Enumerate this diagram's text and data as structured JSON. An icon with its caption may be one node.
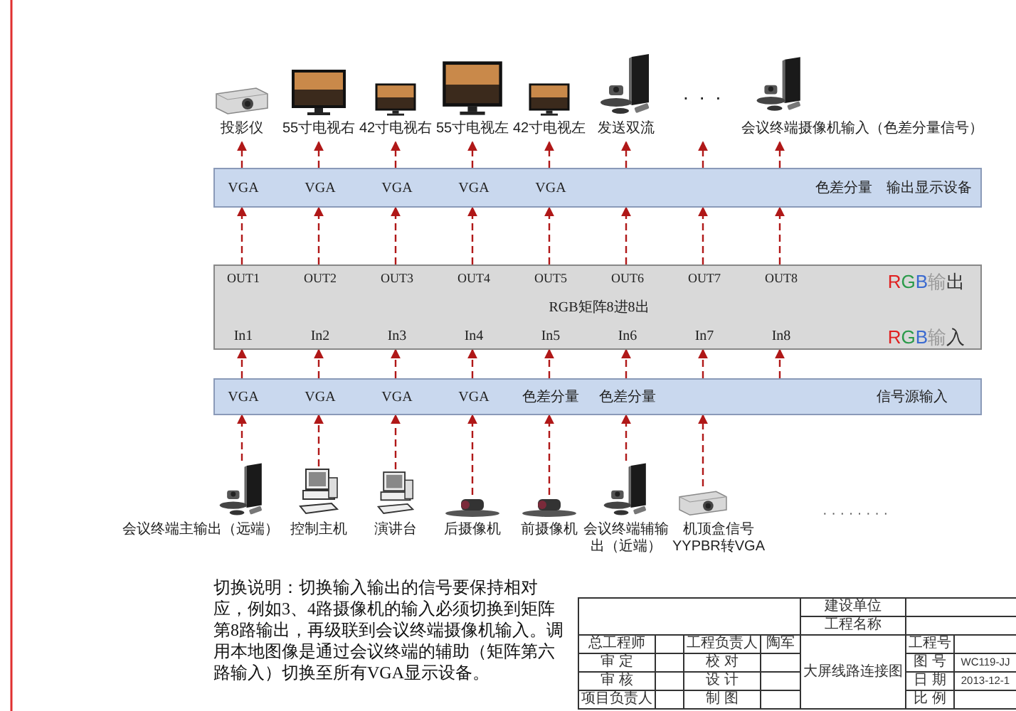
{
  "diagram": {
    "nodes": [
      {
        "text": [
          "投影仪"
        ]
      },
      {
        "text": [
          "55寸电视右"
        ]
      },
      {
        "text": [
          "42寸电视右"
        ]
      },
      {
        "text": [
          "55寸电视左"
        ]
      },
      {
        "text": [
          "42寸电视左"
        ]
      },
      {
        "text": [
          "发送双流"
        ]
      },
      {
        "text": [
          "· · ·"
        ]
      },
      {
        "text": [
          "会议终端摄像机输入（色差分量信号）"
        ]
      },
      {
        "text": [
          "VGA",
          "VGA",
          "VGA",
          "VGA",
          "VGA",
          "色差分量",
          "输出显示设备"
        ]
      },
      {
        "text": [
          "OUT1",
          "OUT2",
          "OUT3",
          "OUT4",
          "OUT5",
          "OUT6",
          "OUT7",
          "OUT8",
          "RGB输出",
          "RGB矩阵8进8出",
          "In1",
          "In2",
          "In3",
          "In4",
          "In5",
          "In6",
          "In7",
          "In8",
          "RGB输入"
        ]
      },
      {
        "text": [
          "VGA",
          "VGA",
          "VGA",
          "VGA",
          "色差分量",
          "色差分量",
          "信号源输入"
        ]
      },
      {
        "text": [
          "会议终端主输出（远端）"
        ]
      },
      {
        "text": [
          "控制主机"
        ]
      },
      {
        "text": [
          "演讲台"
        ]
      },
      {
        "text": [
          "后摄像机"
        ]
      },
      {
        "text": [
          "前摄像机"
        ]
      },
      {
        "text": [
          "会议终端辅输出（近端）"
        ]
      },
      {
        "text": [
          "机顶盒信号 YYPBR转VGA"
        ]
      }
    ],
    "edges": [
      {
        "from": 8,
        "to": 0,
        "arrow": "to",
        "style": "dashed"
      },
      {
        "from": 8,
        "to": 1,
        "arrow": "to",
        "style": "dashed"
      },
      {
        "from": 8,
        "to": 2,
        "arrow": "to",
        "style": "dashed"
      },
      {
        "from": 8,
        "to": 3,
        "arrow": "to",
        "style": "dashed"
      },
      {
        "from": 8,
        "to": 4,
        "arrow": "to",
        "style": "dashed"
      },
      {
        "from": 8,
        "to": 5,
        "arrow": "to",
        "style": "dashed"
      },
      {
        "from": 8,
        "to": 6,
        "arrow": "to",
        "style": "dashed"
      },
      {
        "from": 8,
        "to": 7,
        "arrow": "to",
        "style": "dashed"
      },
      {
        "from": 9,
        "to": 8,
        "arrow": "to",
        "style": "dashed"
      },
      {
        "from": 9,
        "to": 8,
        "arrow": "to",
        "style": "dashed"
      },
      {
        "from": 9,
        "to": 8,
        "arrow": "to",
        "style": "dashed"
      },
      {
        "from": 9,
        "to": 8,
        "arrow": "to",
        "style": "dashed"
      },
      {
        "from": 9,
        "to": 8,
        "arrow": "to",
        "style": "dashed"
      },
      {
        "from": 9,
        "to": 8,
        "arrow": "to",
        "style": "dashed"
      },
      {
        "from": 9,
        "to": 8,
        "arrow": "to",
        "style": "dashed"
      },
      {
        "from": 9,
        "to": 8,
        "arrow": "to",
        "style": "dashed"
      },
      {
        "from": 10,
        "to": 9,
        "arrow": "to",
        "style": "dashed"
      },
      {
        "from": 10,
        "to": 9,
        "arrow": "to",
        "style": "dashed"
      },
      {
        "from": 10,
        "to": 9,
        "arrow": "to",
        "style": "dashed"
      },
      {
        "from": 10,
        "to": 9,
        "arrow": "to",
        "style": "dashed"
      },
      {
        "from": 10,
        "to": 9,
        "arrow": "to",
        "style": "dashed"
      },
      {
        "from": 10,
        "to": 9,
        "arrow": "to",
        "style": "dashed"
      },
      {
        "from": 10,
        "to": 9,
        "arrow": "to",
        "style": "dashed"
      },
      {
        "from": 10,
        "to": 9,
        "arrow": "to",
        "style": "dashed"
      },
      {
        "from": 11,
        "to": 10,
        "arrow": "to",
        "style": "dashed"
      },
      {
        "from": 12,
        "to": 10,
        "arrow": "to",
        "style": "dashed"
      },
      {
        "from": 13,
        "to": 10,
        "arrow": "to",
        "style": "dashed"
      },
      {
        "from": 14,
        "to": 10,
        "arrow": "to",
        "style": "dashed"
      },
      {
        "from": 15,
        "to": 10,
        "arrow": "to",
        "style": "dashed"
      },
      {
        "from": 16,
        "to": 10,
        "arrow": "to",
        "style": "dashed"
      },
      {
        "from": 17,
        "to": 10,
        "arrow": "to",
        "style": "dashed"
      }
    ],
    "labels": [
      "· · · · · · · ·",
      "切换说明：切换输入输出的信号要保持相对应，例如3、4路摄像机的输入必须切换到矩阵第8路输出，再级联到会议终端摄像机输入。调用本地图像是通过会议终端的辅助（矩阵第六路输入）切换至所有VGA显示设备。",
      "建设单位",
      "工程名称",
      "总工程师",
      "工程负责人",
      "陶军",
      "大屏线路连接图",
      "工程号",
      "审 定",
      "校 对",
      "图 号",
      "WC119-JJ",
      "审 核",
      "设 计",
      "日 期",
      "2013-12-1",
      "项目负责人",
      "制 图",
      "比 例"
    ]
  }
}
